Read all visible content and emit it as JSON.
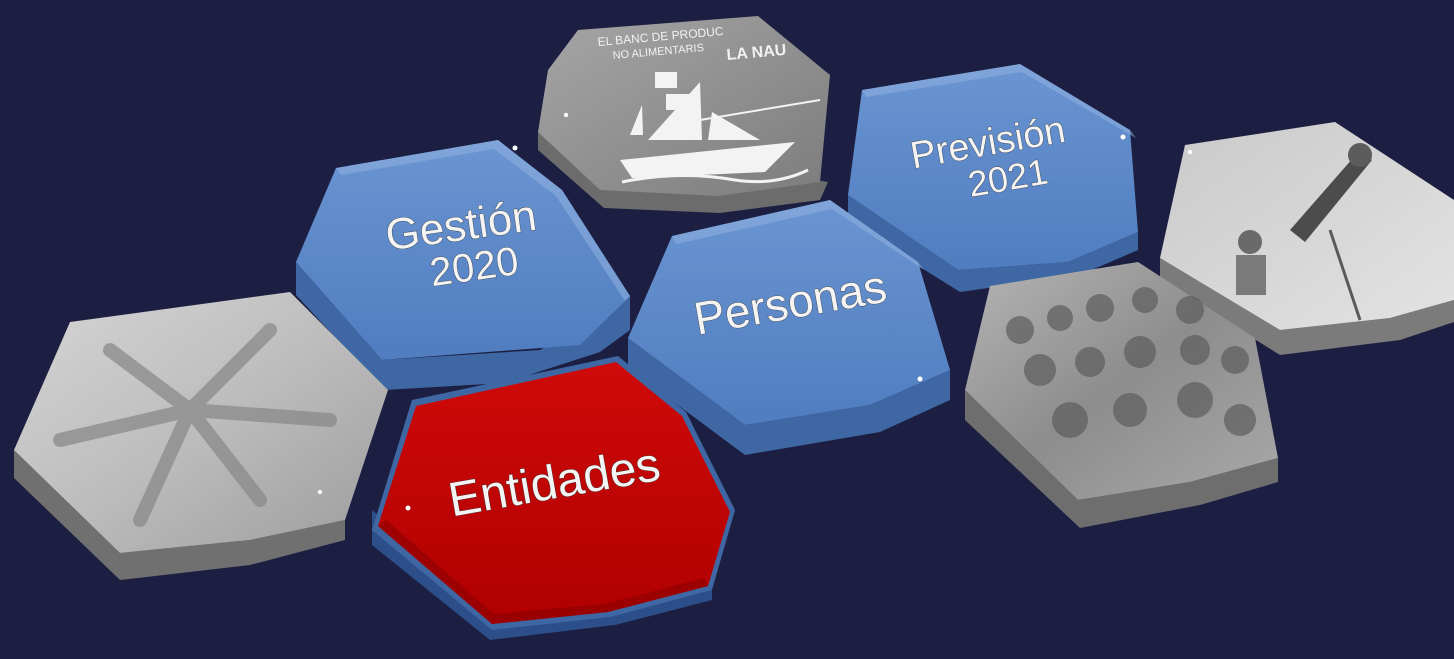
{
  "tiles": {
    "gestion": {
      "line1": "Gestión",
      "line2": "2020"
    },
    "prevision": {
      "line1": "Previsión",
      "line2": "2021"
    },
    "personas": {
      "label": "Personas"
    },
    "entidades": {
      "label": "Entidades"
    },
    "logo": {
      "line1": "EL BANC DE PRODUC",
      "line2": "NO ALIMENTARIS",
      "line3": "LA NAU"
    }
  },
  "colors": {
    "background": "#1c1f42",
    "blue_tile": "#5b88c9",
    "red_tile": "#c00000",
    "gray_tile": "#8e8e8e"
  }
}
